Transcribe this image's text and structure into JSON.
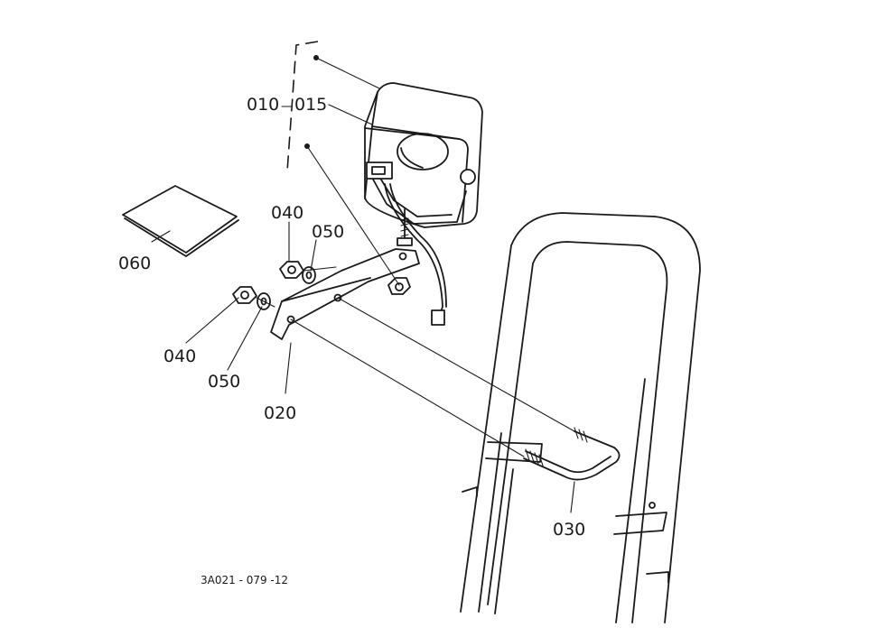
{
  "labels": {
    "p010": "010",
    "p015": "015",
    "p020": "020",
    "p030": "030",
    "p040_top": "040",
    "p040_bottom": "040",
    "p050_top": "050",
    "p050_bottom": "050",
    "p060": "060"
  },
  "drawing_code": "3A021 - 079 -12"
}
